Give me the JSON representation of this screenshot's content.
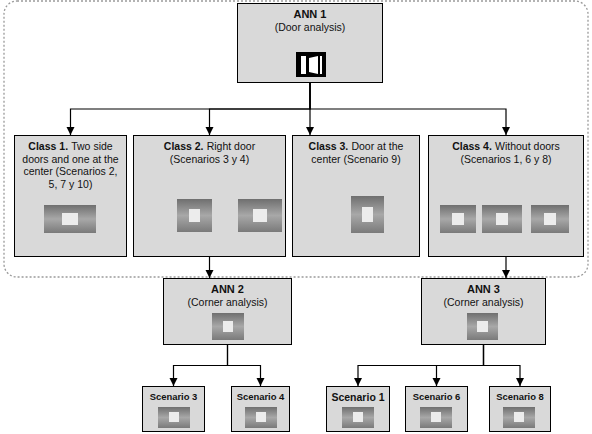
{
  "diagram": {
    "nodes": [
      {
        "text": [
          "ANN 1",
          "(Door analysis)"
        ]
      },
      {
        "text": [
          "Class 1.",
          "Two side doors and one at the center (Scenarios 2, 5, 7 y 10)"
        ]
      },
      {
        "text": [
          "Class 2.",
          "Right door (Scenarios 3 y 4)"
        ]
      },
      {
        "text": [
          "Class 3.",
          "Door at the center (Scenario 9)"
        ]
      },
      {
        "text": [
          "Class 4.",
          "Without doors (Scenarios 1, 6 y 8)"
        ]
      },
      {
        "text": [
          "ANN 2",
          "(Corner analysis)"
        ]
      },
      {
        "text": [
          "ANN 3",
          "(Corner analysis)"
        ]
      },
      {
        "text": [
          "Scenario 3"
        ]
      },
      {
        "text": [
          "Scenario 4"
        ]
      },
      {
        "text": [
          "Scenario 1"
        ]
      },
      {
        "text": [
          "Scenario 6"
        ]
      },
      {
        "text": [
          "Scenario 8"
        ]
      }
    ],
    "edges": [
      {
        "from": 0,
        "to": 1,
        "arrow": "to"
      },
      {
        "from": 0,
        "to": 2,
        "arrow": "to"
      },
      {
        "from": 0,
        "to": 3,
        "arrow": "to"
      },
      {
        "from": 0,
        "to": 4,
        "arrow": "to"
      },
      {
        "from": 2,
        "to": 5,
        "arrow": "to"
      },
      {
        "from": 4,
        "to": 6,
        "arrow": "to"
      },
      {
        "from": 5,
        "to": 7,
        "arrow": "to"
      },
      {
        "from": 5,
        "to": 8,
        "arrow": "to"
      },
      {
        "from": 6,
        "to": 9,
        "arrow": "to"
      },
      {
        "from": 6,
        "to": 10,
        "arrow": "to"
      },
      {
        "from": 6,
        "to": 11,
        "arrow": "to"
      }
    ]
  }
}
